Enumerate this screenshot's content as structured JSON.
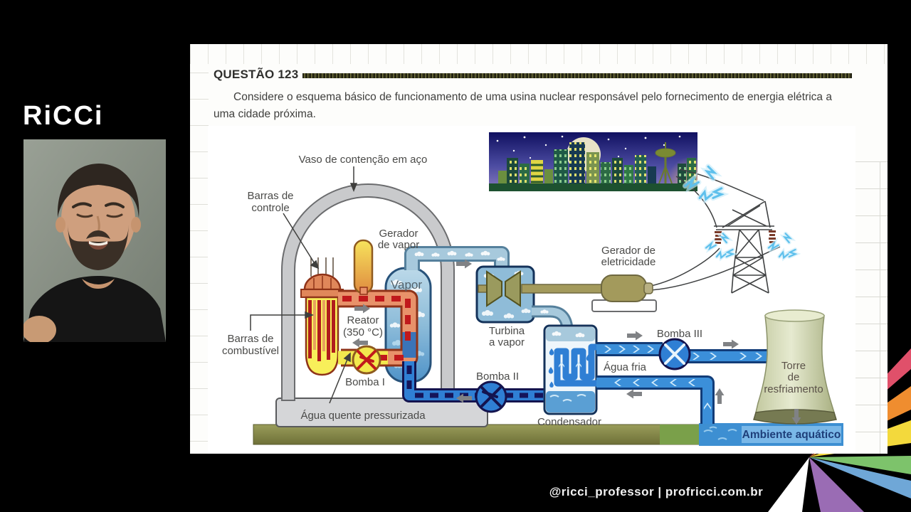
{
  "stage": {
    "logo": "RiCCi",
    "handle": "@ricci_professor | profricci.com.br"
  },
  "slide": {
    "title": "QUESTÃO 123",
    "paragraph": [
      "Considere o esquema básico de funcionamento de uma usina nuclear responsável pelo fornecimento de energia elétrica a",
      "uma cidade próxima."
    ],
    "diagram": {
      "labels": {
        "vaso": "Vaso de contenção em aço",
        "barras_controle_1": "Barras de",
        "barras_controle_2": "controle",
        "gerador_vapor_1": "Gerador",
        "gerador_vapor_2": "de vapor",
        "vapor": "Vapor",
        "reator_1": "Reator",
        "reator_2": "(350 °C)",
        "barras_comb_1": "Barras de",
        "barras_comb_2": "combustível",
        "bomba1": "Bomba I",
        "agua_quente": "Água quente pressurizada",
        "turbina_1": "Turbina",
        "turbina_2": "a vapor",
        "gerador_elet_1": "Gerador de",
        "gerador_elet_2": "eletricidade",
        "bomba2": "Bomba II",
        "condensador": "Condensador",
        "agua_fria": "Água fria",
        "bomba3": "Bomba III",
        "torre_1": "Torre",
        "torre_2": "de",
        "torre_3": "resfriamento",
        "ambiente": "Ambiente aquático"
      }
    }
  },
  "colors": {
    "hot_pipe": "#e8926a",
    "hot_dash": "#c0191c",
    "cold_pipe": "#3b8fd9",
    "cold_dash": "#15155a",
    "ground": "#8e9050",
    "water": "#3d8fd2",
    "water_label_bg": "#7ab8e8",
    "tower_body": "#d8ddb8",
    "containment": "#c9cacc",
    "fan_green": "#7dc36b",
    "fan_blue": "#6fa7d7",
    "fan_purple": "#9a6cb4",
    "fan_yellow": "#f3d93c",
    "fan_orange": "#ef8d2f",
    "fan_crimson": "#e0506a"
  }
}
